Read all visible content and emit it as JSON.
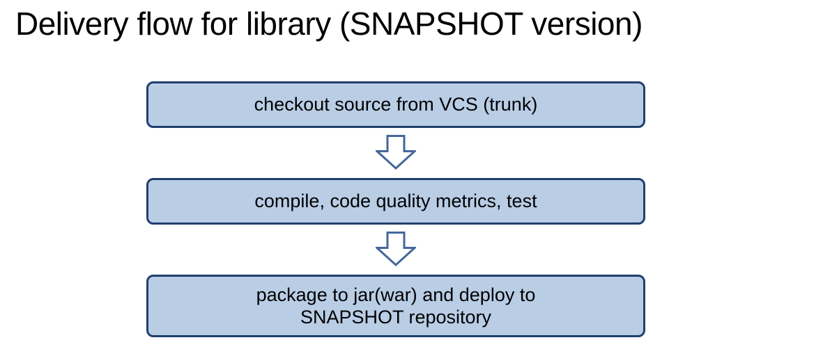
{
  "title": "Delivery flow for library (SNAPSHOT version)",
  "flow": {
    "steps": [
      {
        "label": "checkout source from VCS (trunk)"
      },
      {
        "label": "compile, code quality metrics, test"
      },
      {
        "label": "package to jar(war) and deploy to SNAPSHOT repository"
      }
    ],
    "connector_icon": "down-block-arrow"
  },
  "colors": {
    "box_fill": "#b9cde5",
    "box_border": "#1f3f6e",
    "arrow_border": "#44679a",
    "arrow_fill": "#ffffff",
    "text": "#000000",
    "background": "#ffffff"
  }
}
